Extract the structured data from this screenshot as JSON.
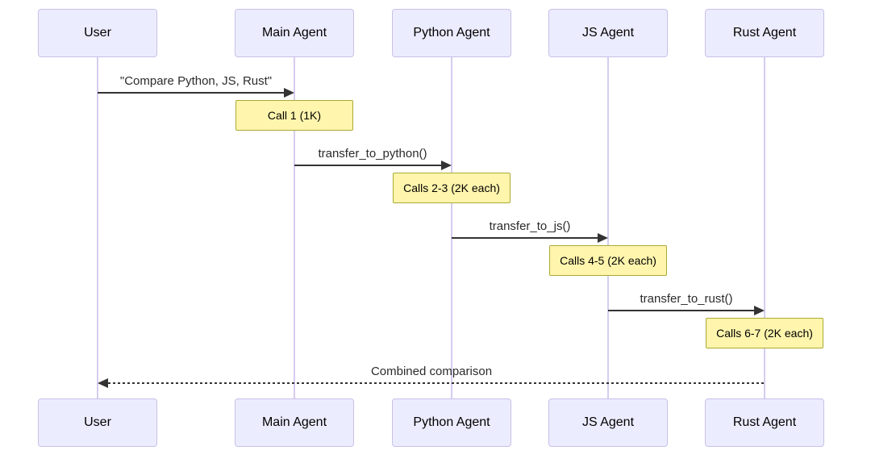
{
  "diagram": {
    "kind": "sequence-diagram",
    "actors": [
      {
        "name": "User"
      },
      {
        "name": "Main Agent"
      },
      {
        "name": "Python Agent"
      },
      {
        "name": "JS Agent"
      },
      {
        "name": "Rust Agent"
      }
    ],
    "messages": [
      {
        "from": "User",
        "to": "Main Agent",
        "label": "\"Compare Python, JS, Rust\"",
        "style": "solid"
      },
      {
        "from": "Main Agent",
        "to": "Python Agent",
        "label": "transfer_to_python()",
        "style": "solid"
      },
      {
        "from": "Python Agent",
        "to": "JS Agent",
        "label": "transfer_to_js()",
        "style": "solid"
      },
      {
        "from": "JS Agent",
        "to": "Rust Agent",
        "label": "transfer_to_rust()",
        "style": "solid"
      },
      {
        "from": "Rust Agent",
        "to": "User",
        "label": "Combined comparison",
        "style": "dashed"
      }
    ],
    "notes": [
      {
        "over": "Main Agent",
        "label": "Call 1 (1K)"
      },
      {
        "over": "Python Agent",
        "label": "Calls 2-3 (2K each)"
      },
      {
        "over": "JS Agent",
        "label": "Calls 4-5 (2K each)"
      },
      {
        "over": "Rust Agent",
        "label": "Calls 6-7 (2K each)"
      }
    ],
    "colors": {
      "actor_fill": "#ECECFF",
      "actor_border": "#C8C0E8",
      "lifeline": "#D6CCF0",
      "note_fill": "#FFF5AD",
      "note_border": "#AAAA33",
      "arrow": "#333333"
    }
  }
}
